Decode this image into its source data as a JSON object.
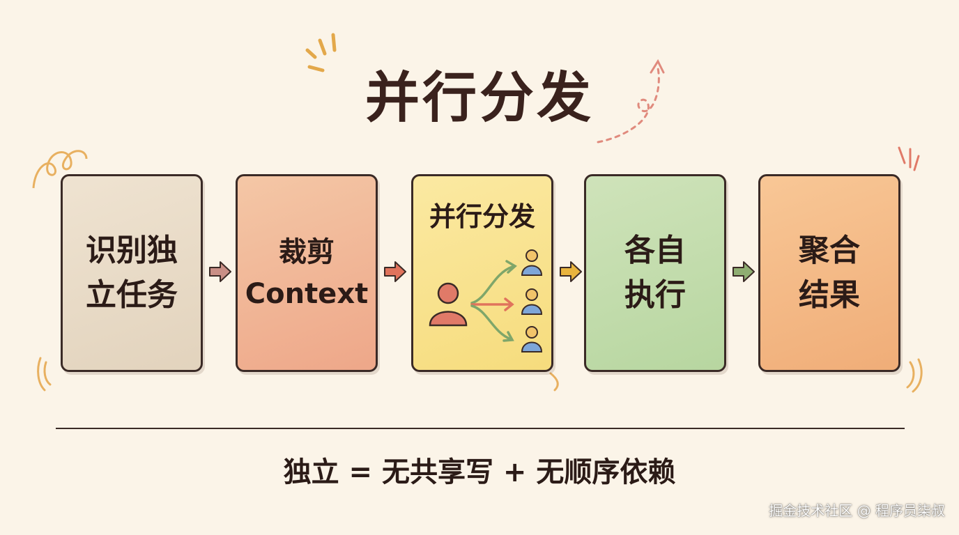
{
  "title": "并行分发",
  "steps": [
    {
      "label": "识别独\n立任务",
      "color": "#e6d8c3"
    },
    {
      "label": "裁剪\nContext",
      "color": "#f0b08f"
    },
    {
      "label": "并行分发",
      "color": "#f8e08a"
    },
    {
      "label": "各自\n执行",
      "color": "#bfd9a8"
    },
    {
      "label": "聚合\n结果",
      "color": "#f3b784"
    }
  ],
  "arrow_colors": [
    "#c98f86",
    "#e0735c",
    "#e8b43e",
    "#8fae72"
  ],
  "person_colors": {
    "source": "#e07a68",
    "targets": "#7ea6d8"
  },
  "formula": "独立 = 无共享写 + 无顺序依赖",
  "watermark": "掘金技术社区 @ 程序员柒叔"
}
